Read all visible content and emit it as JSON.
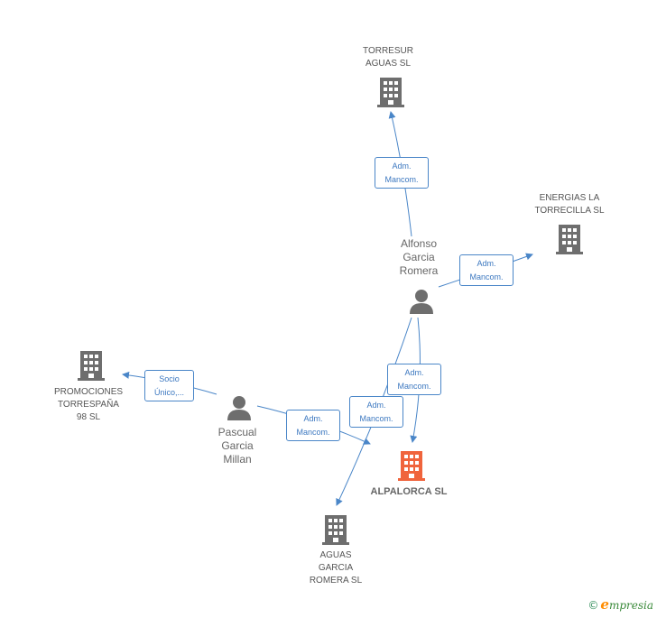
{
  "nodes": {
    "torresur": {
      "label": "TORRESUR\nAGUAS SL",
      "type": "company"
    },
    "energias": {
      "label": "ENERGIAS LA\nTORRECILLA SL",
      "type": "company"
    },
    "alfonso": {
      "label": "Alfonso\nGarcia\nRomera",
      "type": "person"
    },
    "promociones": {
      "label": "PROMOCIONES\nTORRESPAÑA\n98 SL",
      "type": "company"
    },
    "pascual": {
      "label": "Pascual\nGarcia\nMillan",
      "type": "person"
    },
    "alpalorca": {
      "label": "ALPALORCA SL",
      "type": "company-main"
    },
    "aguas": {
      "label": "AGUAS\nGARCIA\nROMERA SL",
      "type": "company"
    }
  },
  "edges": {
    "alfonso_torresur": "Adm.\nMancom.",
    "alfonso_energias": "Adm.\nMancom.",
    "pascual_promociones": "Socio\nÚnico,...",
    "alfonso_alpalorca": "Adm.\nMancom.",
    "alfonso_aguas": "Adm.\nMancom.",
    "pascual_alpalorca": "Adm.\nMancom."
  },
  "colors": {
    "edge": "#4a86c8",
    "company_icon": "#6e6e6e",
    "main_icon": "#f0643c",
    "person_icon": "#6e6e6e"
  },
  "brand": {
    "copyright": "©",
    "name_initial": "e",
    "name_rest": "mpresia"
  }
}
